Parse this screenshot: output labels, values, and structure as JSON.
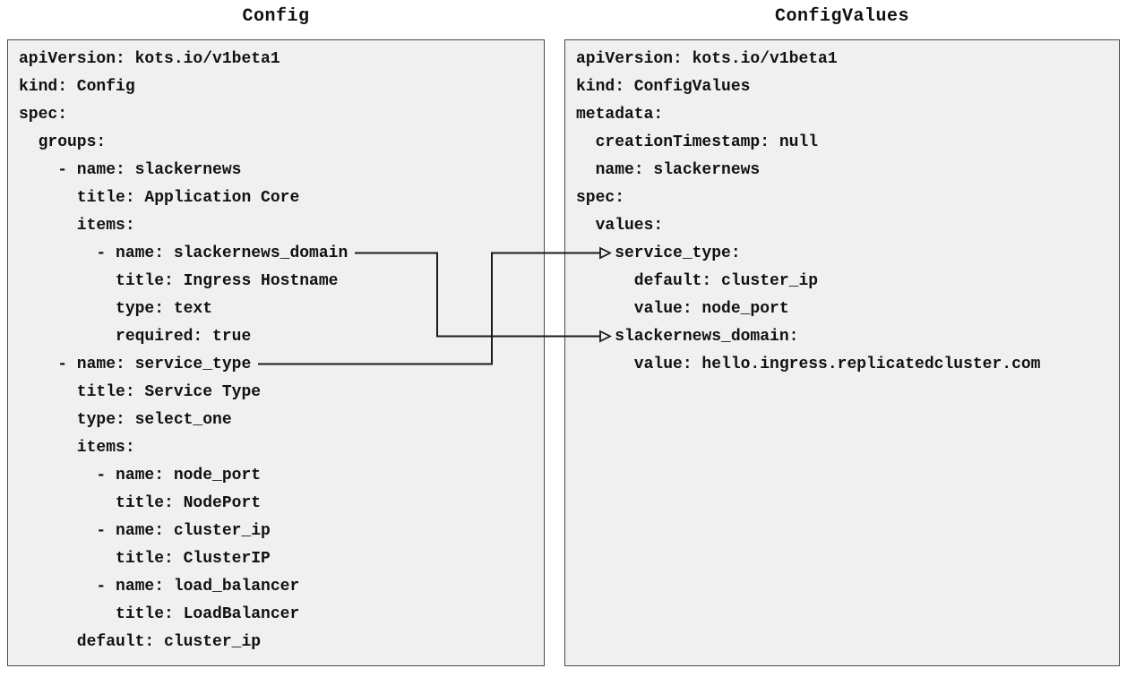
{
  "left_panel": {
    "title": "Config",
    "lines": [
      "apiVersion: kots.io/v1beta1",
      "kind: Config",
      "spec:",
      "  groups:",
      "    - name: slackernews",
      "      title: Application Core",
      "      items:",
      "        - name: slackernews_domain",
      "          title: Ingress Hostname",
      "          type: text",
      "          required: true",
      "    - name: service_type",
      "      title: Service Type",
      "      type: select_one",
      "      items:",
      "        - name: node_port",
      "          title: NodePort",
      "        - name: cluster_ip",
      "          title: ClusterIP",
      "        - name: load_balancer",
      "          title: LoadBalancer",
      "      default: cluster_ip"
    ]
  },
  "right_panel": {
    "title": "ConfigValues",
    "lines": [
      "apiVersion: kots.io/v1beta1",
      "kind: ConfigValues",
      "metadata:",
      "  creationTimestamp: null",
      "  name: slackernews",
      "spec:",
      "  values:",
      "    service_type:",
      "      default: cluster_ip",
      "      value: node_port",
      "    slackernews_domain:",
      "      value: hello.ingress.replicatedcluster.com"
    ]
  },
  "connections": [
    {
      "from": "slackernews_domain",
      "to": "slackernews_domain"
    },
    {
      "from": "service_type",
      "to": "service_type"
    }
  ],
  "colors": {
    "page_bg": "#ffffff",
    "panel_bg": "#f0f0f0",
    "panel_border": "#4a4a4a",
    "text": "#111111",
    "connector_line": "#1a1a1a"
  }
}
